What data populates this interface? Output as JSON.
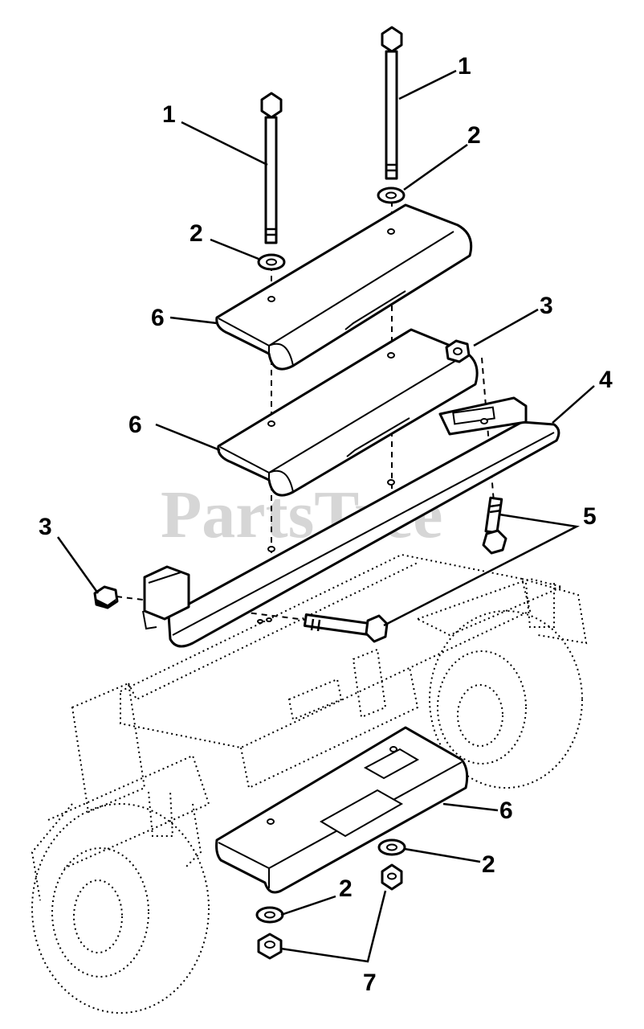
{
  "watermark": "PartsTree",
  "callouts": {
    "bolt_left": "1",
    "bolt_right": "1",
    "washer_top_left": "2",
    "washer_top_right": "2",
    "washer_bottom_right": "2",
    "washer_bottom_left": "2",
    "nut_right": "3",
    "nut_left": "3",
    "bracket": "4",
    "bolts_bracket": "5",
    "weight_top": "6",
    "weight_middle": "6",
    "weight_bottom": "6",
    "nuts_bottom": "7"
  },
  "colors": {
    "line": "#000000",
    "background": "#ffffff",
    "watermark": "#cfcfcf"
  }
}
